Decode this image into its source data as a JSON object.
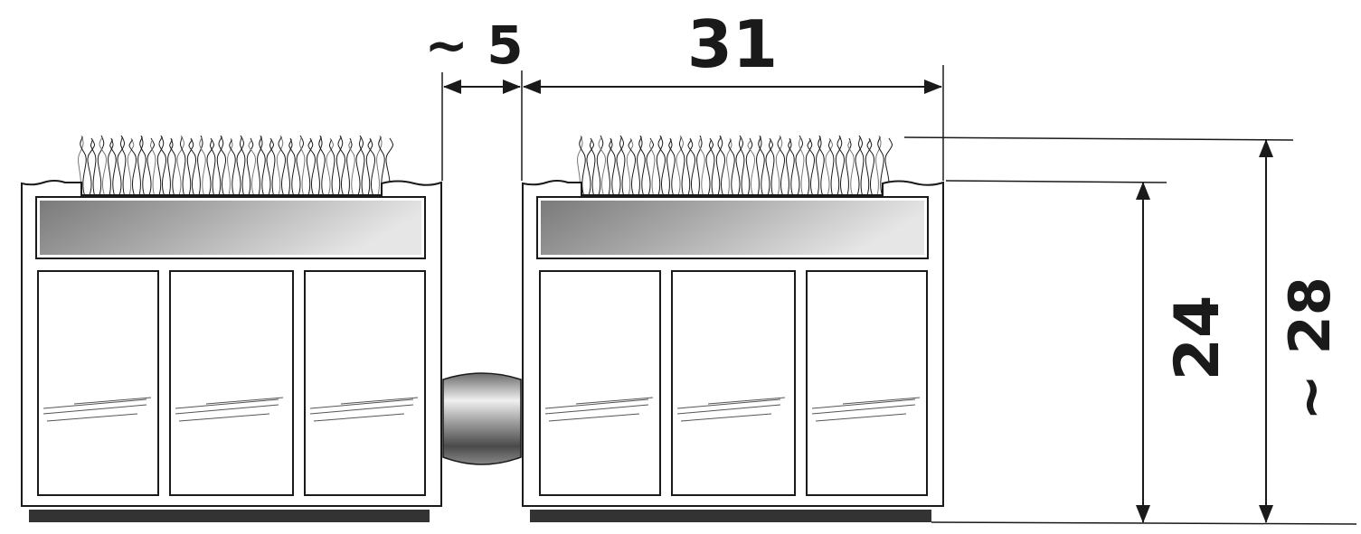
{
  "dimensions": {
    "gap_label": "~ 5",
    "width_label": "31",
    "height_label": "24",
    "total_height_label": "~ 28"
  },
  "colors": {
    "outline": "#1a1a1a",
    "base_strip": "#333333",
    "bar_dark": "#7a7a7a",
    "bar_light": "#e6e6e6",
    "connector_dark": "#555555",
    "connector_light": "#eeeeee"
  },
  "icons": [
    "brush-insert-icon",
    "aluminium-bar-icon",
    "rubber-connector-icon",
    "dimension-arrow-icon"
  ]
}
